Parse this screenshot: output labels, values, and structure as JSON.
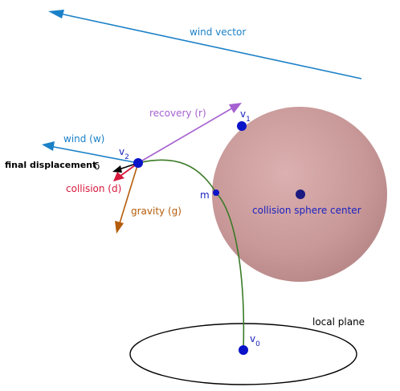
{
  "labels": {
    "wind_vector": "wind vector",
    "recovery": "recovery (r)",
    "v1": "v",
    "v1_sub": "1",
    "wind": "wind (w)",
    "v2": "v",
    "v2_sub": "2",
    "final_displacement": "final displacement",
    "delta": "δ",
    "collision": "collision (d)",
    "gravity": "gravity (g)",
    "m": "m",
    "sphere_center": "collision sphere center",
    "local_plane": "local plane",
    "v0": "v",
    "v0_sub": "0"
  },
  "colors": {
    "wind": "#1a80c8",
    "recovery": "#a561d0",
    "collision": "#d6183c",
    "gravity": "#b55c0a",
    "final_displacement": "#000000",
    "sphere_fill": "#c89898",
    "curve": "#3a7a26",
    "point": "#0a13c8",
    "text_blue": "#1a22c0",
    "plane": "#000000"
  }
}
